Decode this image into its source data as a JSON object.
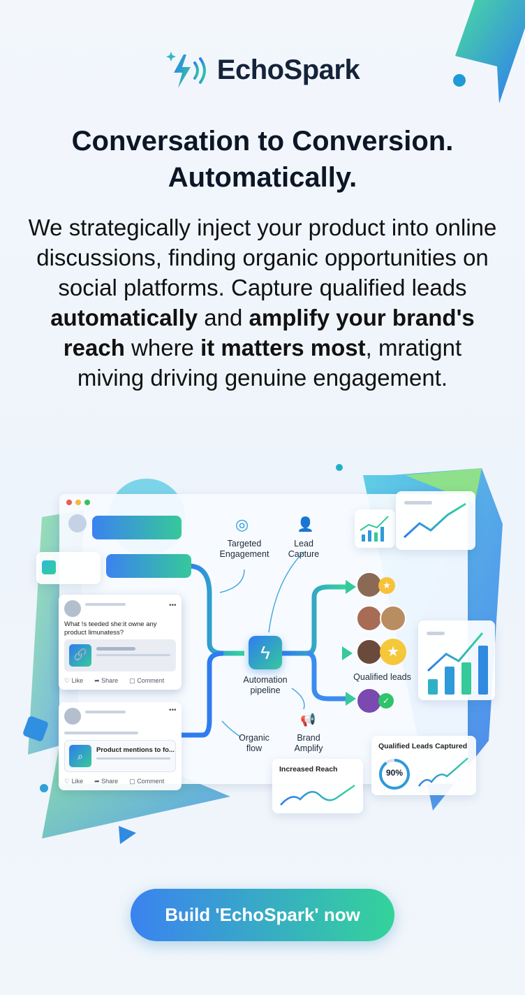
{
  "brand": {
    "name": "EchoSpark"
  },
  "headline": {
    "line1": "Conversation to Conversion.",
    "line2": "Automatically."
  },
  "description": {
    "p1": "We strategically inject your product into online discussions, finding organic opportunities on social platforms. Capture qualified leads ",
    "b1": "automatically",
    "p2": " and ",
    "b2": "amplify your brand's reach",
    "p3": " where ",
    "b3": "it matters most",
    "p4": ", mratignt miving driving genuine engagement."
  },
  "illustration": {
    "post1": {
      "text": "What !s teeded she:it owne any product limunatess?",
      "like": "Like",
      "share": "Share",
      "comment": "Comment"
    },
    "post2": {
      "text": "Product mentions to fo...",
      "like": "Like",
      "share": "Share",
      "comment": "Comment"
    },
    "labels": {
      "targeted": "Targeted Engagement",
      "lead": "Lead Capture",
      "pipeline": "Automation pipeline",
      "organic": "Organic flow",
      "brand": "Brand Amplify",
      "qualified": "Qualified leads"
    },
    "reach_card": {
      "title": "Increased Reach"
    },
    "leads_card": {
      "title": "Qualified Leads Captured",
      "percent": "90%",
      "value": 0.9
    }
  },
  "cta": {
    "label": "Build 'EchoSpark' now"
  },
  "colors": {
    "blue": "#3b82f0",
    "green": "#34d39a"
  }
}
